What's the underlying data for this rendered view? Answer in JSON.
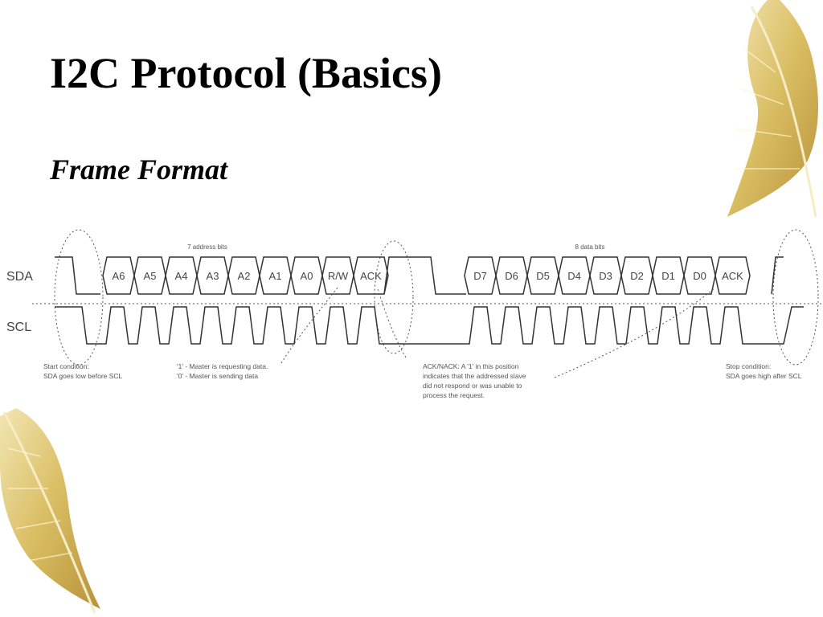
{
  "slide": {
    "title": "I2C Protocol (Basics)",
    "subtitle": "Frame Format"
  },
  "diagram": {
    "signals": {
      "sda": "SDA",
      "scl": "SCL"
    },
    "group_labels": {
      "address": "7 address bits",
      "data": "8 data bits"
    },
    "address_bits": [
      "A6",
      "A5",
      "A4",
      "A3",
      "A2",
      "A1",
      "A0"
    ],
    "rw_label": "R/W",
    "ack_label": "ACK",
    "data_bits": [
      "D7",
      "D6",
      "D5",
      "D4",
      "D3",
      "D2",
      "D1",
      "D0"
    ],
    "notes": {
      "start": [
        "Start condition:",
        "SDA goes low before SCL"
      ],
      "rw": [
        "'1' - Master is requesting data.",
        "'0' - Master is sending data"
      ],
      "ack": [
        "ACK/NACK: A '1' in this position",
        "indicates that the addressed slave",
        "did not respond or was unable to",
        "process the request."
      ],
      "stop": [
        "Stop condition:",
        "SDA goes high after SCL"
      ]
    }
  },
  "colors": {
    "feather_light": "#e9d58e",
    "feather_dark": "#c9a94a",
    "line": "#333333"
  },
  "decorations": [
    "feather-top-right",
    "feather-bottom-left"
  ]
}
